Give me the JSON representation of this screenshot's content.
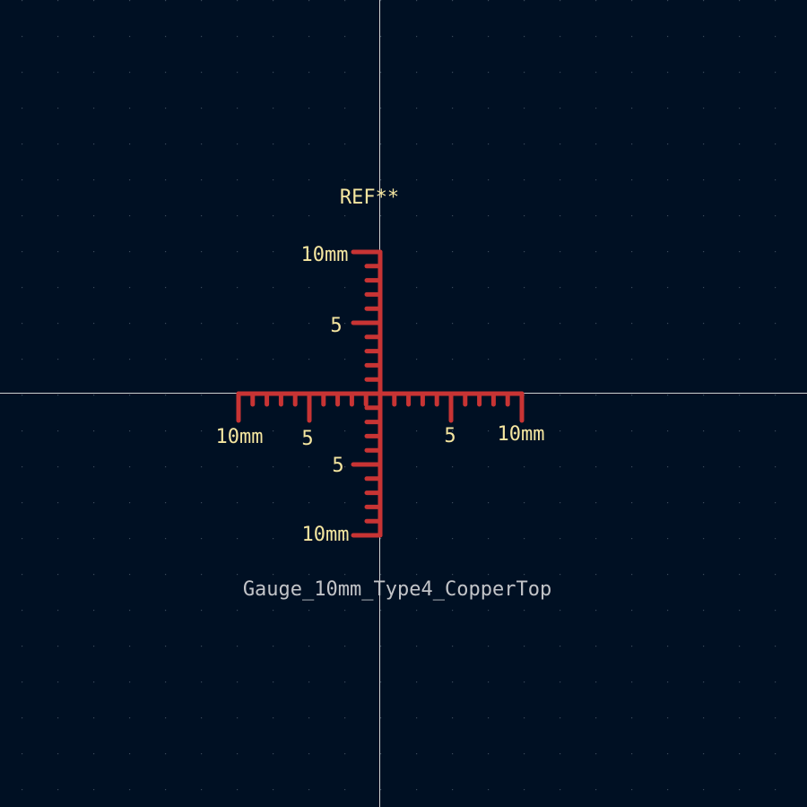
{
  "footprint": {
    "reference": "REF**",
    "value": "Gauge_10mm_Type4_CopperTop"
  },
  "gauge": {
    "unit_label": "10mm",
    "mid_label": "5",
    "length_mm": 10,
    "minor_step_mm": 1,
    "major_step_mm": 5
  },
  "colors": {
    "background": "#001023",
    "grid_dot": "#3a4a5a",
    "crosshair": "#d0d0d0",
    "copper": "#c83434",
    "text_copper": "#f5e6a0",
    "text_value": "#c2c4c8"
  }
}
